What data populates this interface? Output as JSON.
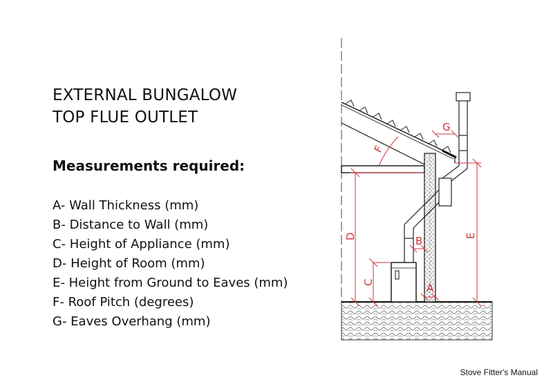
{
  "title_line1": "EXTERNAL BUNGALOW",
  "title_line2": "TOP FLUE OUTLET",
  "subheading": "Measurements required:",
  "items": [
    "A- Wall Thickness (mm)",
    "B- Distance to Wall (mm)",
    "C- Height of Appliance (mm)",
    "D- Height of Room (mm)",
    "E- Height from Ground to Eaves (mm)",
    "F- Roof Pitch (degrees)",
    "G- Eaves Overhang (mm)"
  ],
  "labels": {
    "a": "A",
    "b": "B",
    "c": "C",
    "d": "D",
    "e": "E",
    "f": "F",
    "g": "G"
  },
  "credit": "Stove Fitter's Manual"
}
